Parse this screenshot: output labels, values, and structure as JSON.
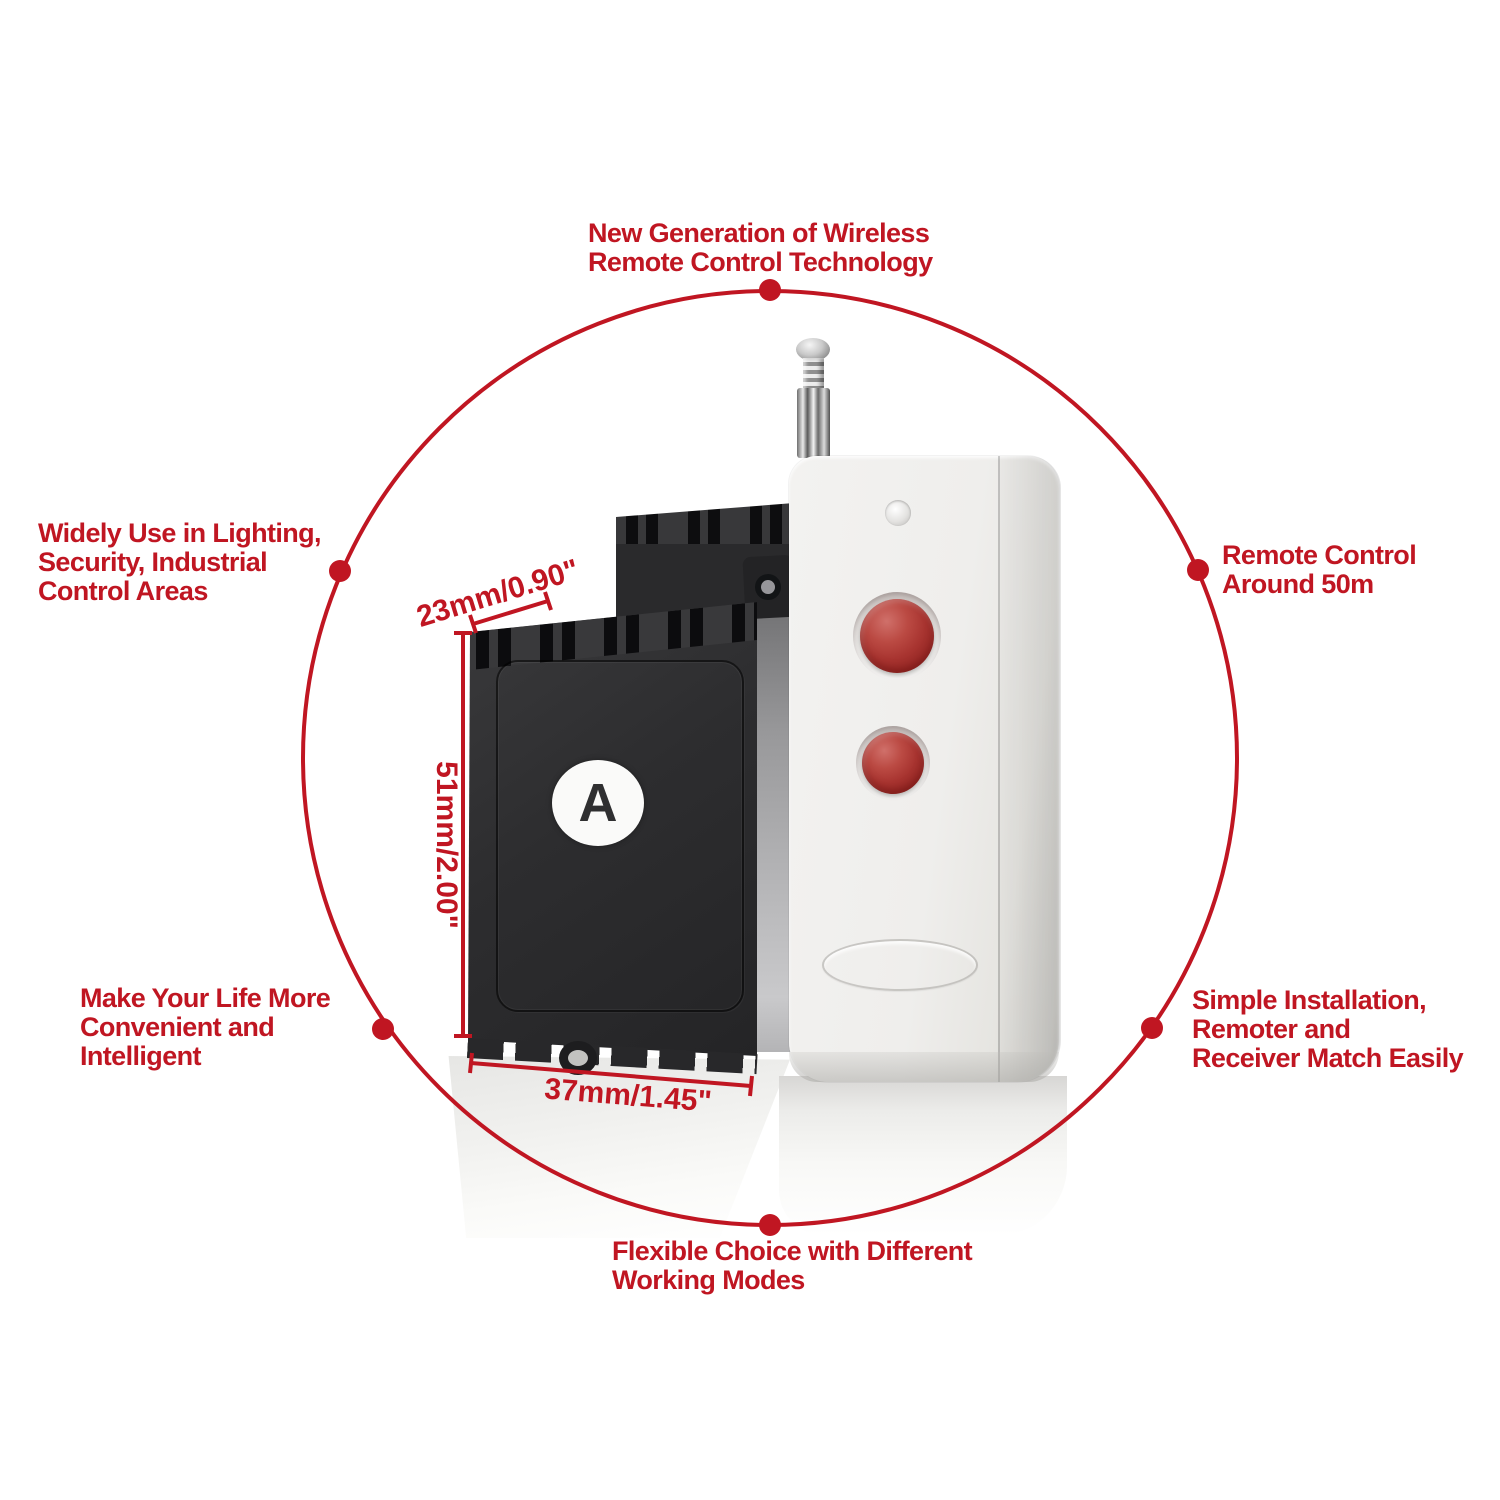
{
  "image_title": "Wireless remote control and receiver feature infographic",
  "colors": {
    "background": "#ffffff",
    "accent_red": "#c01622",
    "receiver_black": "#2b2b2d",
    "remote_white": "#efeeec",
    "button_red": "#a83430"
  },
  "callouts": {
    "top": {
      "lines": [
        "New Generation of Wireless",
        "Remote Control Technology"
      ]
    },
    "upper_left": {
      "lines": [
        "Widely Use in Lighting,",
        "Security, Industrial",
        "Control Areas"
      ]
    },
    "upper_right": {
      "lines": [
        "Remote Control",
        "Around 50m"
      ]
    },
    "lower_left": {
      "lines": [
        "Make Your Life More",
        "Convenient and",
        "Intelligent"
      ]
    },
    "lower_right": {
      "lines": [
        "Simple Installation,",
        "Remoter and",
        "Receiver Match Easily"
      ]
    },
    "bottom": {
      "lines": [
        "Flexible Choice with Different",
        "Working Modes"
      ]
    }
  },
  "dimensions": {
    "depth_label": "23mm/0.90\"",
    "height_label": "51mm/2.00\"",
    "width_label": "37mm/1.45\""
  },
  "receiver": {
    "channel_label": "A"
  }
}
